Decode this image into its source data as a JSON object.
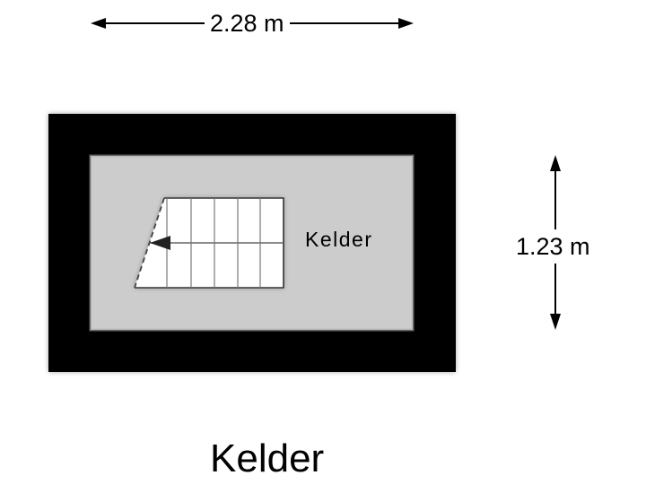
{
  "floorplan": {
    "title": "Kelder",
    "room": {
      "label": "Kelder",
      "wall_color": "#000000",
      "floor_color": "#cccccc"
    },
    "dimensions": {
      "width": "2.28 m",
      "height": "1.23 m"
    },
    "stair": {
      "fill": "#ffffff",
      "line_color": "#555555",
      "direction": "left"
    }
  }
}
